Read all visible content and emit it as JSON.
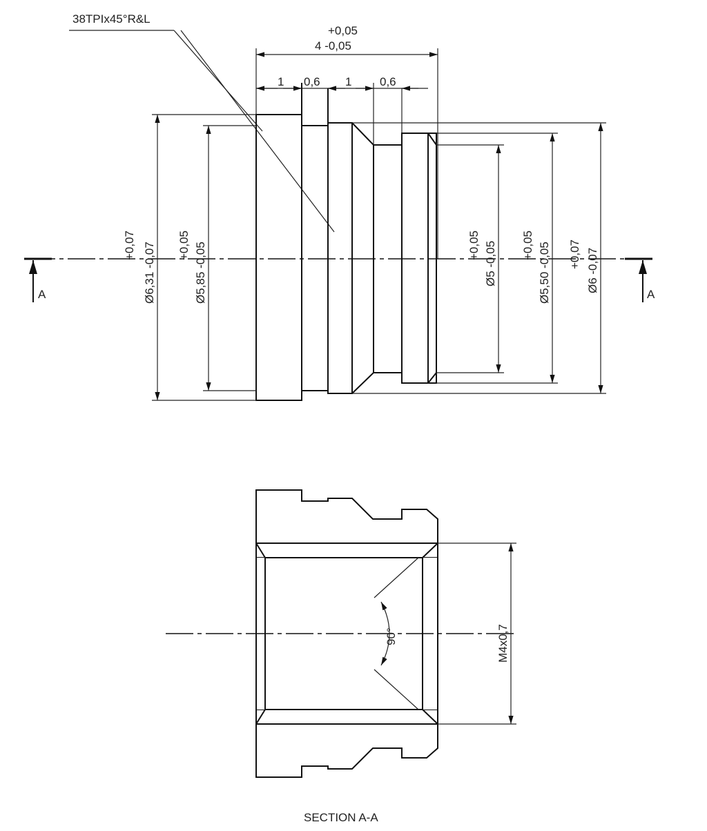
{
  "top_view": {
    "thread_note": "38TPIx45°R&L",
    "overall_length_tol_upper": "+0,05",
    "overall_length": "4 -0,05",
    "segments": [
      "1",
      "0,6",
      "1",
      "0,6"
    ],
    "diameters": [
      {
        "upper": "+0,07",
        "value": "Ø6,31 -0,07"
      },
      {
        "upper": "+0,05",
        "value": "Ø5,85 -0,05"
      },
      {
        "upper": "+0,05",
        "value": "Ø5 -0,05"
      },
      {
        "upper": "+0,05",
        "value": "Ø5,50 -0,05"
      },
      {
        "upper": "+0,07",
        "value": "Ø6 -0,07"
      }
    ],
    "section_marks": [
      "A",
      "A"
    ]
  },
  "section_view": {
    "angle": "90°",
    "thread": "M4x0,7",
    "title": "SECTION A-A"
  }
}
